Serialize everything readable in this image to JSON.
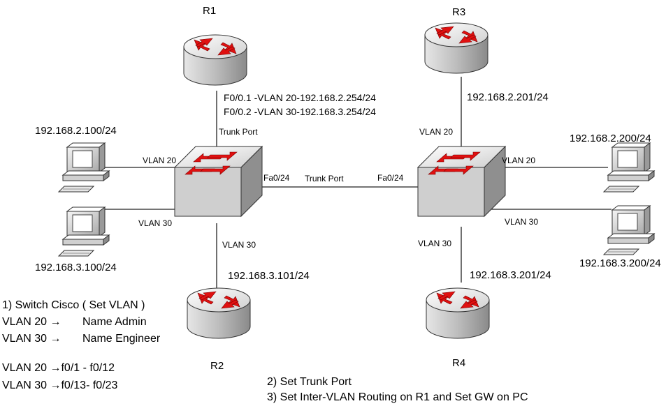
{
  "colors": {
    "arrow": "#e01010",
    "device_light": "#f2f2f2",
    "device_dark": "#9a9a9a",
    "link": "#222222"
  },
  "routers": {
    "r1": "R1",
    "r2": "R2",
    "r3": "R3",
    "r4": "R4"
  },
  "r1_subinterfaces": {
    "line1": "F0/0.1 -VLAN 20-192.168.2.254/24",
    "line2": "F0/0.2 -VLAN 30-192.168.3.254/24"
  },
  "ports": {
    "trunk_r1": "Trunk Port",
    "trunk_switches": "Trunk Port",
    "fa_left": "Fa0/24",
    "fa_right": "Fa0/24"
  },
  "vlans": {
    "left_pc_top": "VLAN 20",
    "left_pc_bottom": "VLAN 30",
    "left_r2": "VLAN 30",
    "right_r3": "VLAN 20",
    "right_pc_top": "VLAN 20",
    "right_pc_bottom": "VLAN 30",
    "right_r4": "VLAN 30"
  },
  "ips": {
    "pc1": "192.168.2.100/24",
    "pc2": "192.168.3.100/24",
    "r2": "192.168.3.101/24",
    "r3": "192.168.2.201/24",
    "pc3": "192.168.2.200/24",
    "pc4": "192.168.3.200/24",
    "r4": "192.168.3.201/24"
  },
  "notes": {
    "step1_title": "1) Switch Cisco ( Set VLAN )",
    "vlan20_prefix": "VLAN 20 →",
    "vlan20_name": "Name Admin",
    "vlan30_prefix": "VLAN 30 →",
    "vlan30_name": "Name Engineer",
    "vlan20_ports": "VLAN 20 →f0/1 - f0/12",
    "vlan30_ports": "VLAN 30 →f0/13- f0/23",
    "step2": "2) Set Trunk Port",
    "step3": "3) Set Inter-VLAN Routing on R1 and Set GW on PC"
  }
}
